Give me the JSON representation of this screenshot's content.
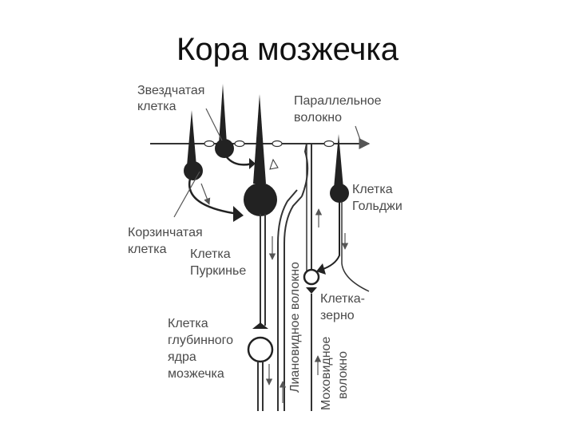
{
  "slide": {
    "title": "Кора мозжечка"
  },
  "labels": {
    "stellate_line1": "Звездчатая",
    "stellate_line2": "клетка",
    "parallel_line1": "Параллельное",
    "parallel_line2": "волокно",
    "golgi_line1": "Клетка",
    "golgi_line2": "Гольджи",
    "basket_line1": "Корзинчатая",
    "basket_line2": "клетка",
    "purkinje_line1": "Клетка",
    "purkinje_line2": "Пуркинье",
    "climbing_fiber": "Лиановидное волокно",
    "granule_line1": "Клетка-",
    "granule_line2": "зерно",
    "deep_line1": "Клетка",
    "deep_line2": "глубинного",
    "deep_line3": "ядра",
    "deep_line4": "мозжечка",
    "mossy_line1": "Моховидное",
    "mossy_line2": "волокно"
  }
}
